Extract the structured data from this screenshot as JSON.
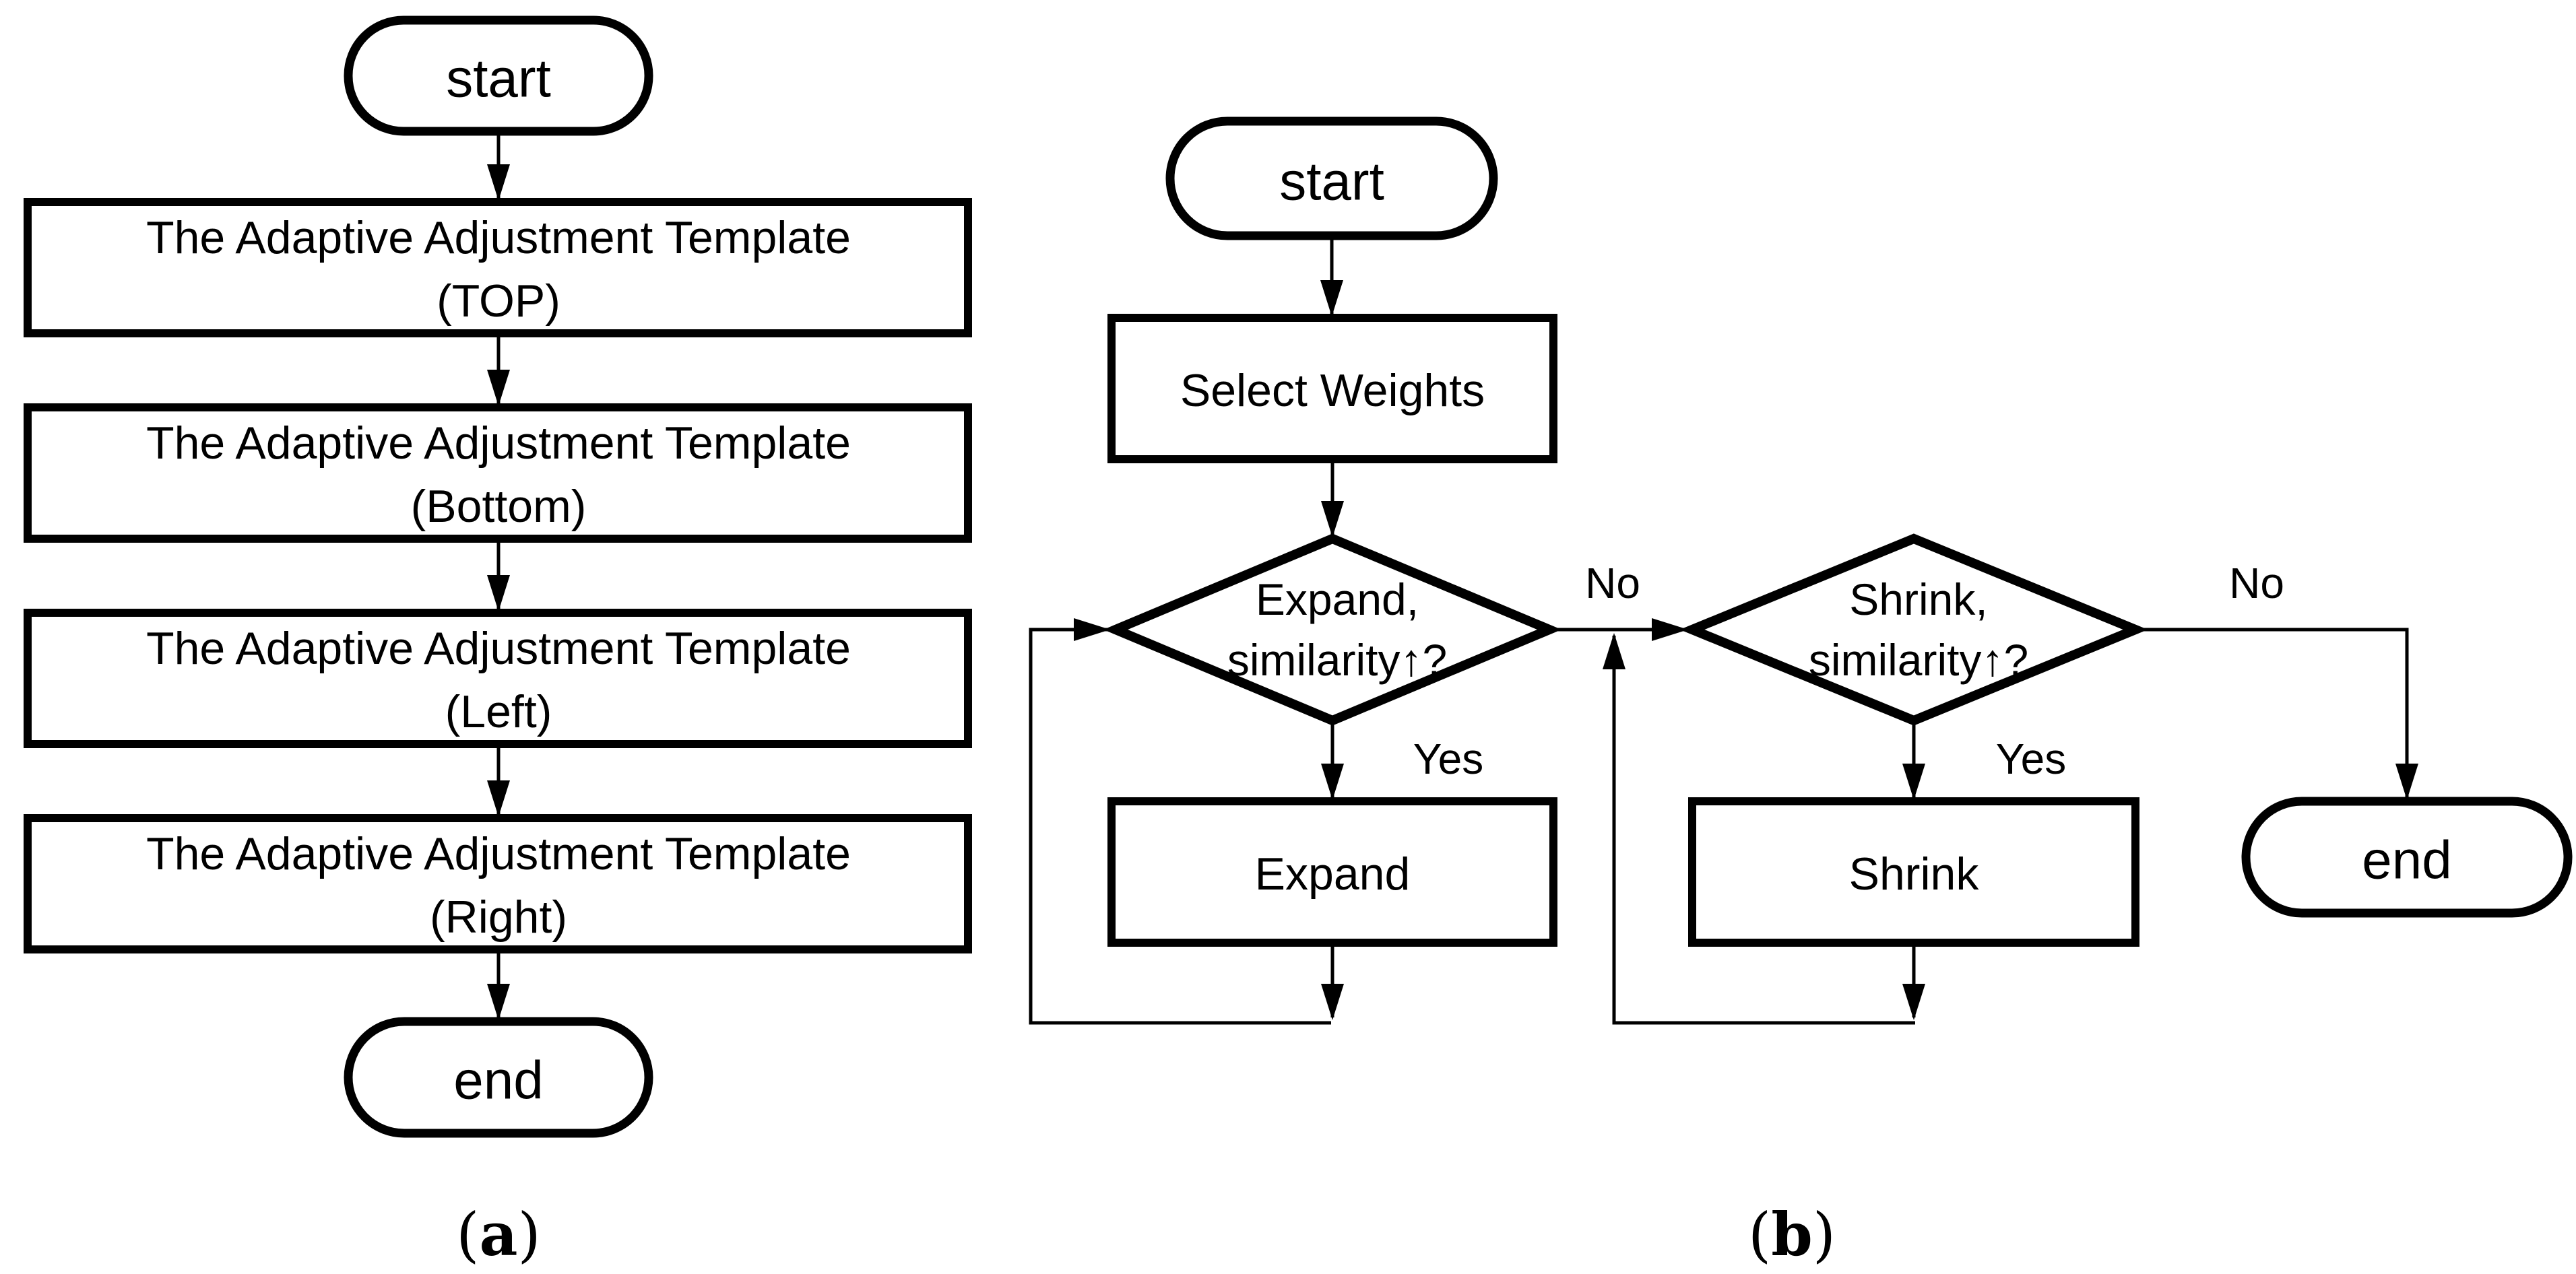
{
  "theme": {
    "background": "#ffffff",
    "line_color": "#000000",
    "text_color": "#000000"
  },
  "flowchart_a": {
    "start_label": "start",
    "steps": [
      {
        "line1": "The Adaptive Adjustment Template",
        "line2": "(TOP)"
      },
      {
        "line1": "The Adaptive Adjustment Template",
        "line2": "(Bottom)"
      },
      {
        "line1": "The Adaptive Adjustment Template",
        "line2": "(Left)"
      },
      {
        "line1": "The Adaptive Adjustment Template",
        "line2": "(Right)"
      }
    ],
    "end_label": "end",
    "caption": {
      "open": "(",
      "letter": "a",
      "close": ")"
    }
  },
  "flowchart_b": {
    "start_label": "start",
    "process_select": "Select Weights",
    "decision_expand": {
      "line1": "Expand,",
      "line2": "similarity↑?"
    },
    "decision_shrink": {
      "line1": "Shrink,",
      "line2": "similarity↑?"
    },
    "process_expand": "Expand",
    "process_shrink": "Shrink",
    "end_label": "end",
    "edge_labels": {
      "expand_no": "No",
      "expand_yes": "Yes",
      "shrink_no": "No",
      "shrink_yes": "Yes"
    },
    "caption": {
      "open": "(",
      "letter": "b",
      "close": ")"
    }
  }
}
